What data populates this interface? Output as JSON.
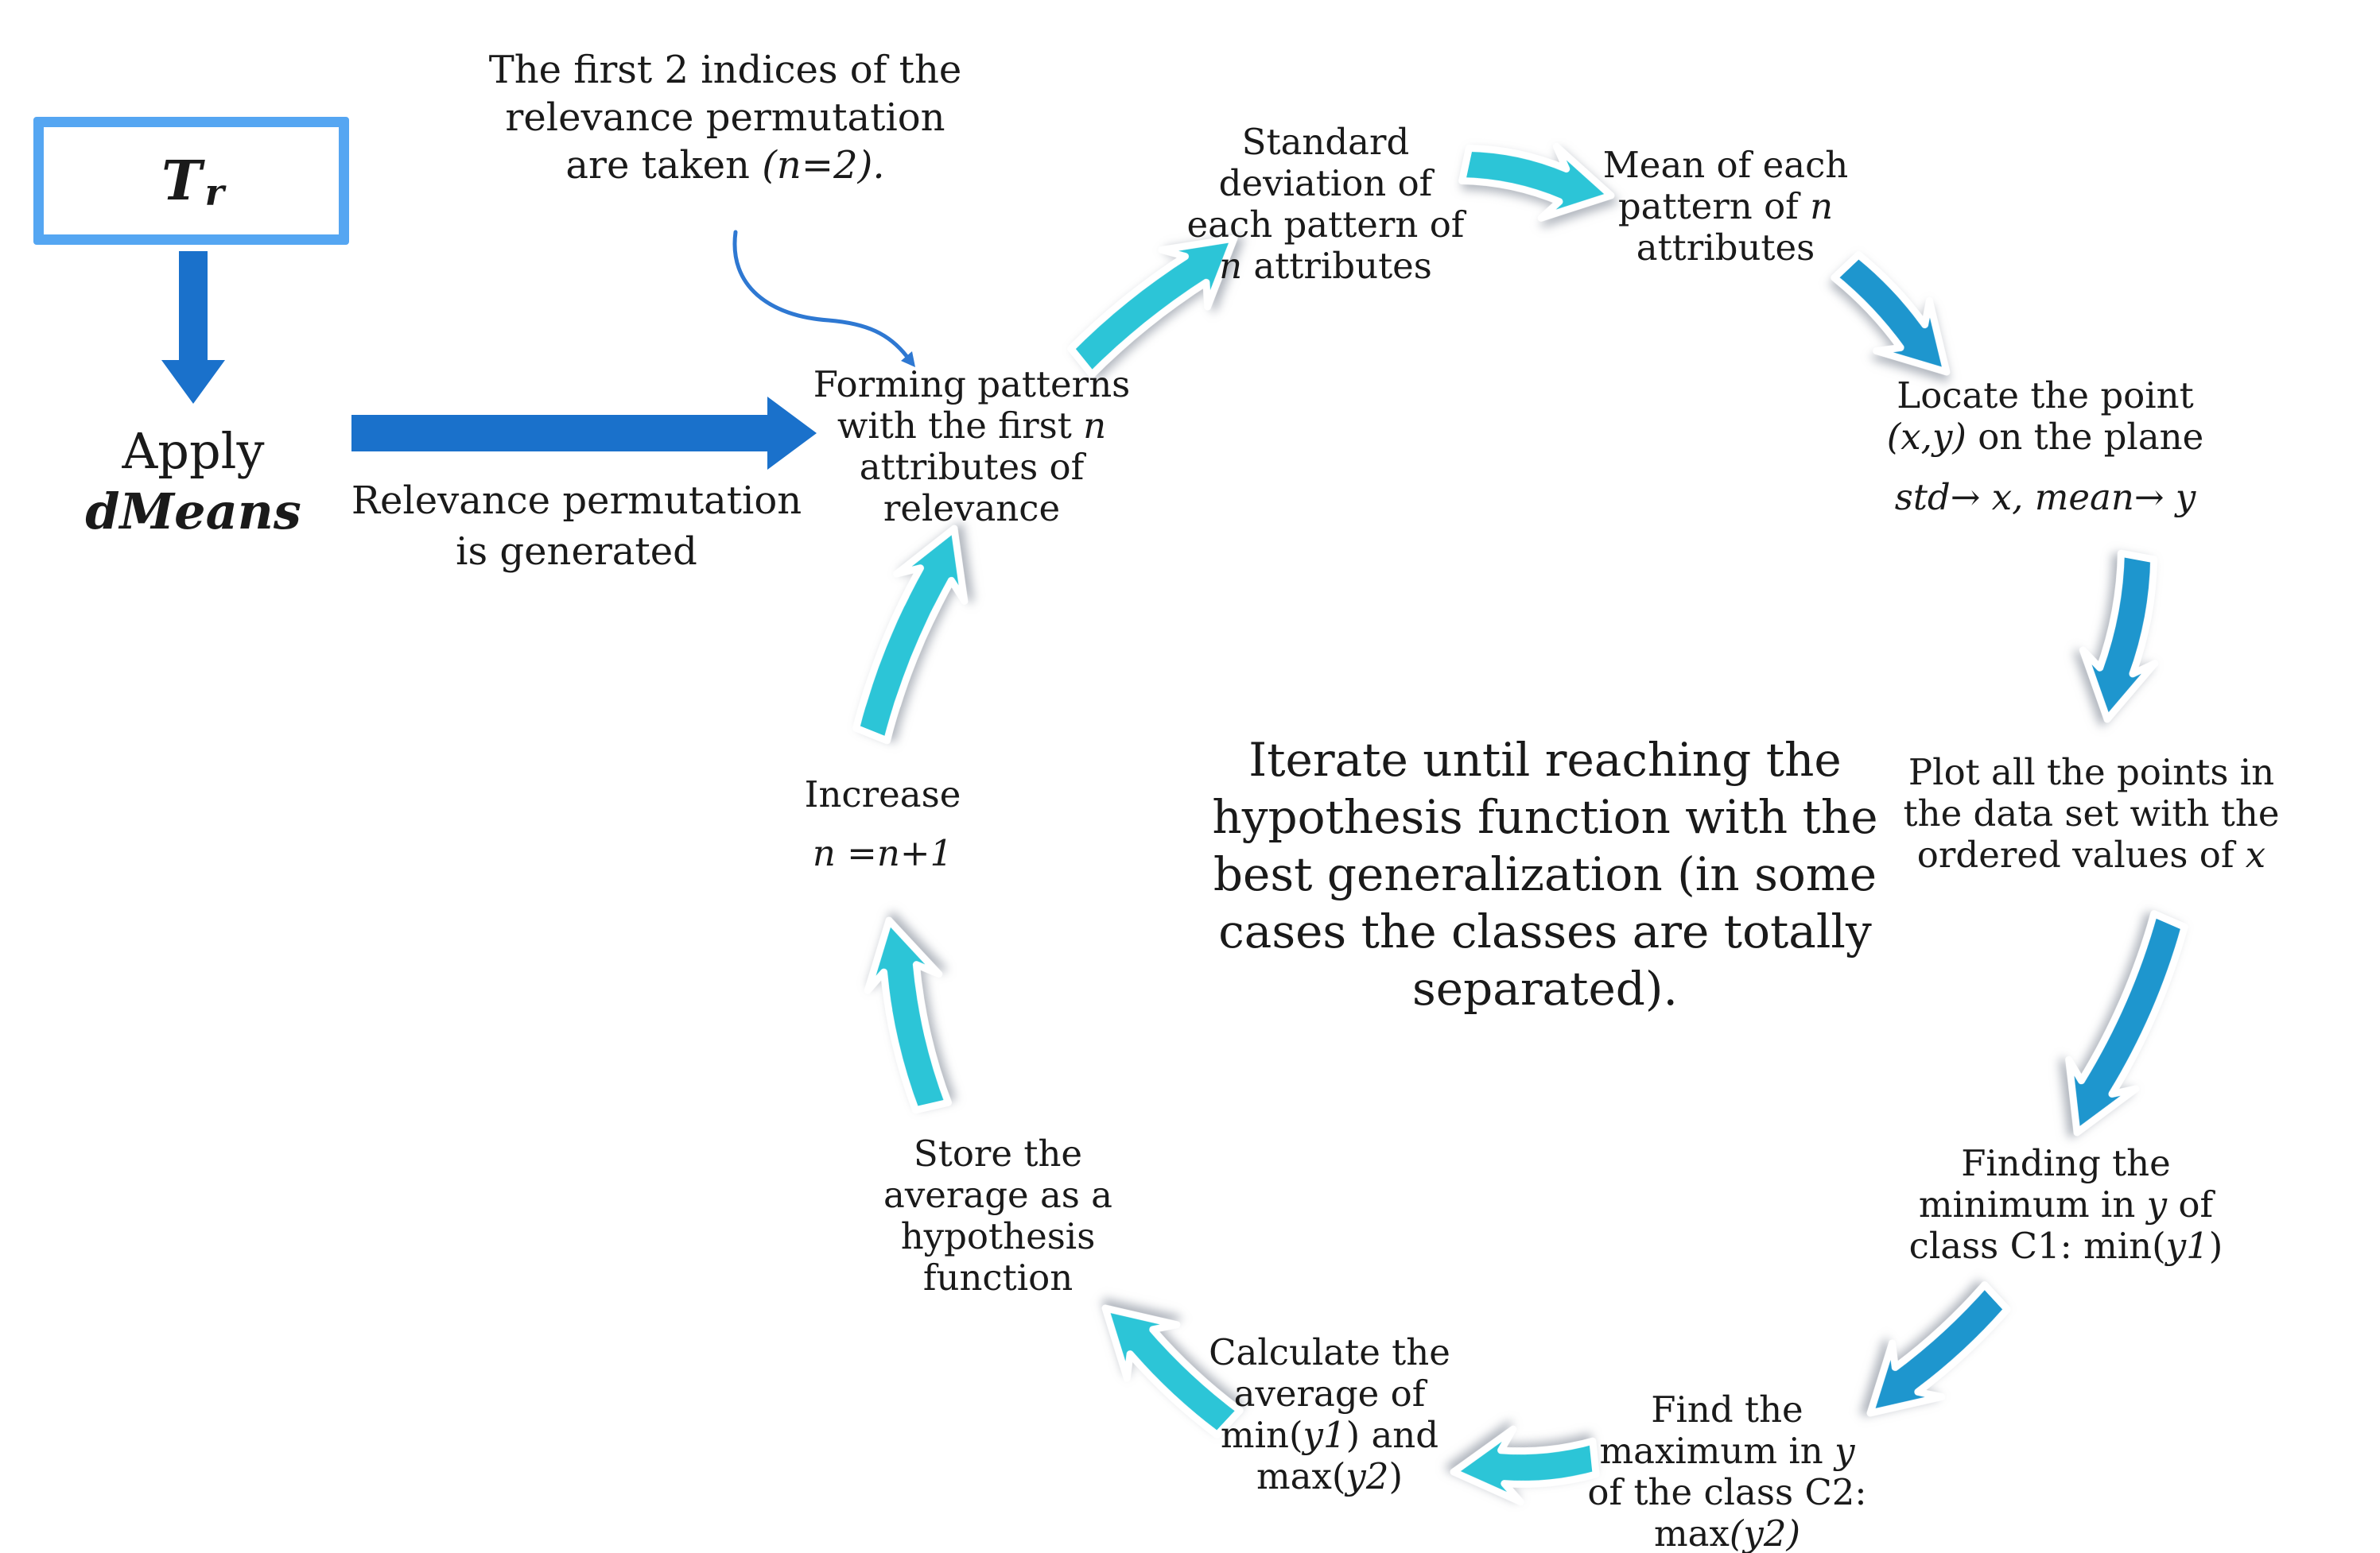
{
  "colors": {
    "background": "#FFFFFF",
    "text": "#1A1A1A",
    "solid_blue": "#1A71CB",
    "cyan": "#2CC5D7",
    "blue": "#1E96CE",
    "annotation": "#2E78D2",
    "box_border": "#55A6F2"
  },
  "box_tr": {
    "main": "T",
    "sub": "r"
  },
  "apply_label": {
    "l1": "Apply",
    "l2": "dMeans"
  },
  "relevance_label": {
    "l1": "Relevance permutation",
    "l2": "is generated"
  },
  "note": {
    "l1": "The first 2 indices of the",
    "l2": "relevance permutation",
    "l3a": "are taken ",
    "l3b": "(n=2)."
  },
  "center_note": {
    "l1": "Iterate until reaching the",
    "l2": "hypothesis function with the",
    "l3": "best generalization (in some",
    "l4": "cases the classes are totally",
    "l5": "separated)."
  },
  "steps": {
    "forming": {
      "l1": "Forming patterns",
      "l2a": "with the first ",
      "l2b": "n",
      "l3": "attributes of",
      "l4": "relevance"
    },
    "std": {
      "l1": "Standard",
      "l2": "deviation of",
      "l3": "each pattern of",
      "l4a": "n",
      "l4b": " attributes"
    },
    "mean": {
      "l1": "Mean of each",
      "l2a": "pattern of ",
      "l2b": "n",
      "l3": "attributes"
    },
    "locate": {
      "l1": "Locate the point",
      "l2a": "(x,y)",
      "l2b": " on the plane",
      "l3": "std→ x, mean→ y"
    },
    "plot": {
      "l1": "Plot all the points in",
      "l2": "the data set with the",
      "l3a": "ordered values of ",
      "l3b": "x"
    },
    "finding": {
      "l1": "Finding the",
      "l2a": "minimum in ",
      "l2b": "y",
      "l2c": " of",
      "l3a": "class C1: min(",
      "l3b": "y1",
      "l3c": ")"
    },
    "findmax": {
      "l1": "Find the",
      "l2a": "maximum in ",
      "l2b": "y",
      "l3": "of the class C2:",
      "l4a": "max",
      "l4b": "(y2)"
    },
    "calc": {
      "l1": "Calculate the",
      "l2": "average of",
      "l3a": "min(",
      "l3b": "y1",
      "l3c": ") and",
      "l4a": "max(",
      "l4b": "y2",
      "l4c": ")"
    },
    "store": {
      "l1": "Store the",
      "l2": "average as a",
      "l3": "hypothesis",
      "l4": "function"
    },
    "increase": {
      "l1": "Increase",
      "l2": "n =n+1"
    }
  },
  "arrows": [
    {
      "name": "arrow-tr-to-apply",
      "style": "solid_blue"
    },
    {
      "name": "arrow-apply-to-forming",
      "style": "solid_blue"
    },
    {
      "name": "arrow-note-to-forming",
      "style": "annotation"
    },
    {
      "name": "arrow-forming-to-std",
      "style": "cyan"
    },
    {
      "name": "arrow-std-to-mean",
      "style": "cyan"
    },
    {
      "name": "arrow-mean-to-locate",
      "style": "blue"
    },
    {
      "name": "arrow-locate-to-plot",
      "style": "blue"
    },
    {
      "name": "arrow-plot-to-finding",
      "style": "blue"
    },
    {
      "name": "arrow-finding-to-findmax",
      "style": "blue"
    },
    {
      "name": "arrow-findmax-to-calc",
      "style": "cyan"
    },
    {
      "name": "arrow-calc-to-store",
      "style": "cyan"
    },
    {
      "name": "arrow-store-to-increase",
      "style": "cyan"
    },
    {
      "name": "arrow-increase-to-forming",
      "style": "cyan"
    }
  ]
}
